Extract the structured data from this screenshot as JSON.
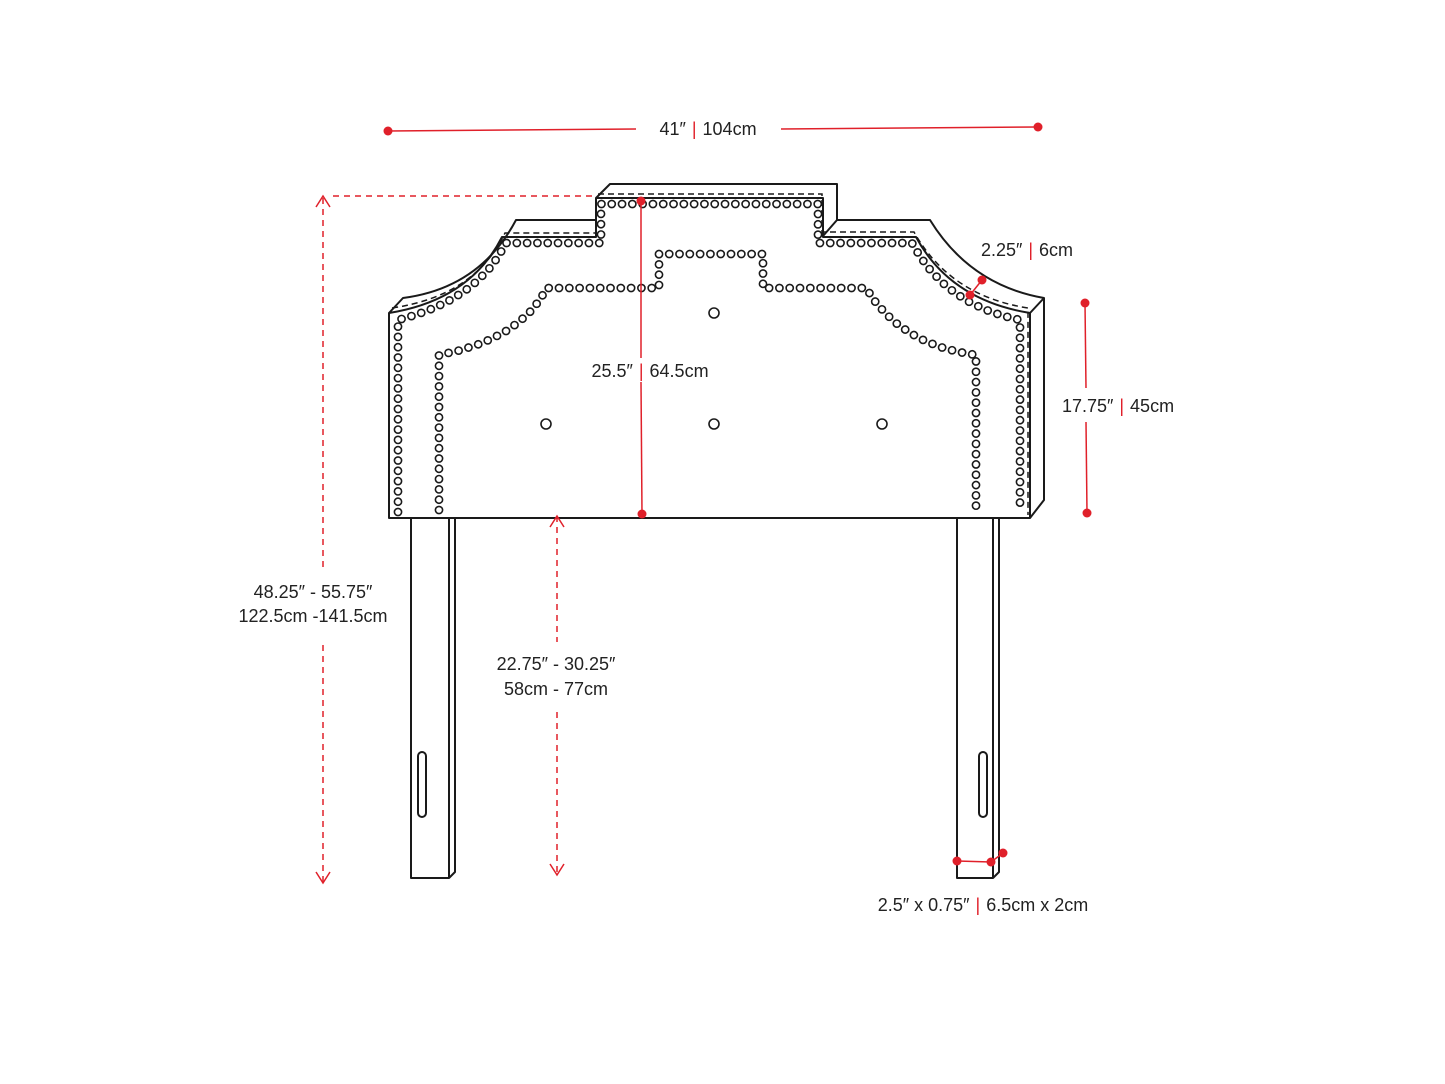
{
  "title": "Headboard dimensions diagram",
  "colors": {
    "accent": "#e0202a",
    "line": "#1a1a1a"
  },
  "dimensions": {
    "width": {
      "imperial": "41″",
      "metric": "104cm"
    },
    "thickness": {
      "imperial": "2.25″",
      "metric": "6cm"
    },
    "panel_height": {
      "imperial": "25.5″",
      "metric": "64.5cm"
    },
    "side_height": {
      "imperial": "17.75″",
      "metric": "45cm"
    },
    "total_height": {
      "imperial": "48.25″ - 55.75″",
      "metric": "122.5cm -141.5cm"
    },
    "leg_clearance": {
      "imperial": "22.75″ - 30.25″",
      "metric": "58cm - 77cm"
    },
    "leg_size": {
      "imperial": "2.5″ x 0.75″",
      "metric": "6.5cm x 2cm"
    }
  },
  "separator": "|"
}
